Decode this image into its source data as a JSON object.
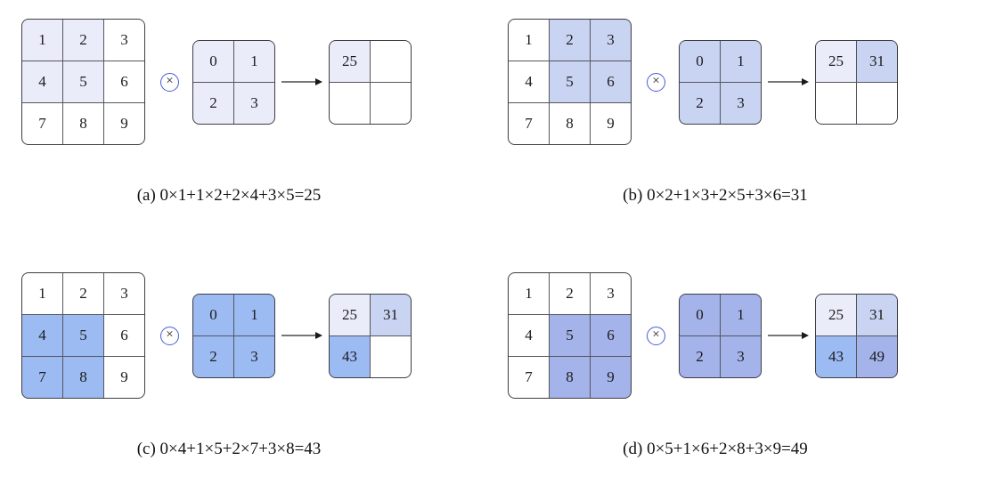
{
  "colors": {
    "highlight_step_a": "#eaecfa",
    "highlight_step_b": "#c8d4f2",
    "highlight_step_c": "#9cbbf3",
    "highlight_step_d": "#a4b3ea",
    "cell_white": "#ffffff",
    "grid_line": "#55555e",
    "operator_circle_blue": "#4a5ad8",
    "arrow_gray": "#4a4a4a"
  },
  "operator_symbol": "×",
  "panels": [
    {
      "label": "a",
      "caption": "(a) 0×1+1×2+2×4+3×5=25",
      "input_cells": [
        {
          "v": "1",
          "bg": "#eaecfa"
        },
        {
          "v": "2",
          "bg": "#eaecfa"
        },
        {
          "v": "3",
          "bg": "#ffffff"
        },
        {
          "v": "4",
          "bg": "#eaecfa"
        },
        {
          "v": "5",
          "bg": "#eaecfa"
        },
        {
          "v": "6",
          "bg": "#ffffff"
        },
        {
          "v": "7",
          "bg": "#ffffff"
        },
        {
          "v": "8",
          "bg": "#ffffff"
        },
        {
          "v": "9",
          "bg": "#ffffff"
        }
      ],
      "kernel_cells": [
        {
          "v": "0",
          "bg": "#eaecfa"
        },
        {
          "v": "1",
          "bg": "#eaecfa"
        },
        {
          "v": "2",
          "bg": "#eaecfa"
        },
        {
          "v": "3",
          "bg": "#eaecfa"
        }
      ],
      "output_cells": [
        {
          "v": "25",
          "bg": "#eaecfa"
        },
        {
          "v": "",
          "bg": "#ffffff"
        },
        {
          "v": "",
          "bg": "#ffffff"
        },
        {
          "v": "",
          "bg": "#ffffff"
        }
      ]
    },
    {
      "label": "b",
      "caption": "(b) 0×2+1×3+2×5+3×6=31",
      "input_cells": [
        {
          "v": "1",
          "bg": "#ffffff"
        },
        {
          "v": "2",
          "bg": "#c8d4f2"
        },
        {
          "v": "3",
          "bg": "#c8d4f2"
        },
        {
          "v": "4",
          "bg": "#ffffff"
        },
        {
          "v": "5",
          "bg": "#c8d4f2"
        },
        {
          "v": "6",
          "bg": "#c8d4f2"
        },
        {
          "v": "7",
          "bg": "#ffffff"
        },
        {
          "v": "8",
          "bg": "#ffffff"
        },
        {
          "v": "9",
          "bg": "#ffffff"
        }
      ],
      "kernel_cells": [
        {
          "v": "0",
          "bg": "#c8d4f2"
        },
        {
          "v": "1",
          "bg": "#c8d4f2"
        },
        {
          "v": "2",
          "bg": "#c8d4f2"
        },
        {
          "v": "3",
          "bg": "#c8d4f2"
        }
      ],
      "output_cells": [
        {
          "v": "25",
          "bg": "#eaecfa"
        },
        {
          "v": "31",
          "bg": "#c8d4f2"
        },
        {
          "v": "",
          "bg": "#ffffff"
        },
        {
          "v": "",
          "bg": "#ffffff"
        }
      ]
    },
    {
      "label": "c",
      "caption": "(c) 0×4+1×5+2×7+3×8=43",
      "input_cells": [
        {
          "v": "1",
          "bg": "#ffffff"
        },
        {
          "v": "2",
          "bg": "#ffffff"
        },
        {
          "v": "3",
          "bg": "#ffffff"
        },
        {
          "v": "4",
          "bg": "#9cbbf3"
        },
        {
          "v": "5",
          "bg": "#9cbbf3"
        },
        {
          "v": "6",
          "bg": "#ffffff"
        },
        {
          "v": "7",
          "bg": "#9cbbf3"
        },
        {
          "v": "8",
          "bg": "#9cbbf3"
        },
        {
          "v": "9",
          "bg": "#ffffff"
        }
      ],
      "kernel_cells": [
        {
          "v": "0",
          "bg": "#9cbbf3"
        },
        {
          "v": "1",
          "bg": "#9cbbf3"
        },
        {
          "v": "2",
          "bg": "#9cbbf3"
        },
        {
          "v": "3",
          "bg": "#9cbbf3"
        }
      ],
      "output_cells": [
        {
          "v": "25",
          "bg": "#eaecfa"
        },
        {
          "v": "31",
          "bg": "#c8d4f2"
        },
        {
          "v": "43",
          "bg": "#9cbbf3"
        },
        {
          "v": "",
          "bg": "#ffffff"
        }
      ]
    },
    {
      "label": "d",
      "caption": "(d) 0×5+1×6+2×8+3×9=49",
      "input_cells": [
        {
          "v": "1",
          "bg": "#ffffff"
        },
        {
          "v": "2",
          "bg": "#ffffff"
        },
        {
          "v": "3",
          "bg": "#ffffff"
        },
        {
          "v": "4",
          "bg": "#ffffff"
        },
        {
          "v": "5",
          "bg": "#a4b3ea"
        },
        {
          "v": "6",
          "bg": "#a4b3ea"
        },
        {
          "v": "7",
          "bg": "#ffffff"
        },
        {
          "v": "8",
          "bg": "#a4b3ea"
        },
        {
          "v": "9",
          "bg": "#a4b3ea"
        }
      ],
      "kernel_cells": [
        {
          "v": "0",
          "bg": "#a4b3ea"
        },
        {
          "v": "1",
          "bg": "#a4b3ea"
        },
        {
          "v": "2",
          "bg": "#a4b3ea"
        },
        {
          "v": "3",
          "bg": "#a4b3ea"
        }
      ],
      "output_cells": [
        {
          "v": "25",
          "bg": "#eaecfa"
        },
        {
          "v": "31",
          "bg": "#c8d4f2"
        },
        {
          "v": "43",
          "bg": "#9cbbf3"
        },
        {
          "v": "49",
          "bg": "#a4b3ea"
        }
      ]
    }
  ]
}
